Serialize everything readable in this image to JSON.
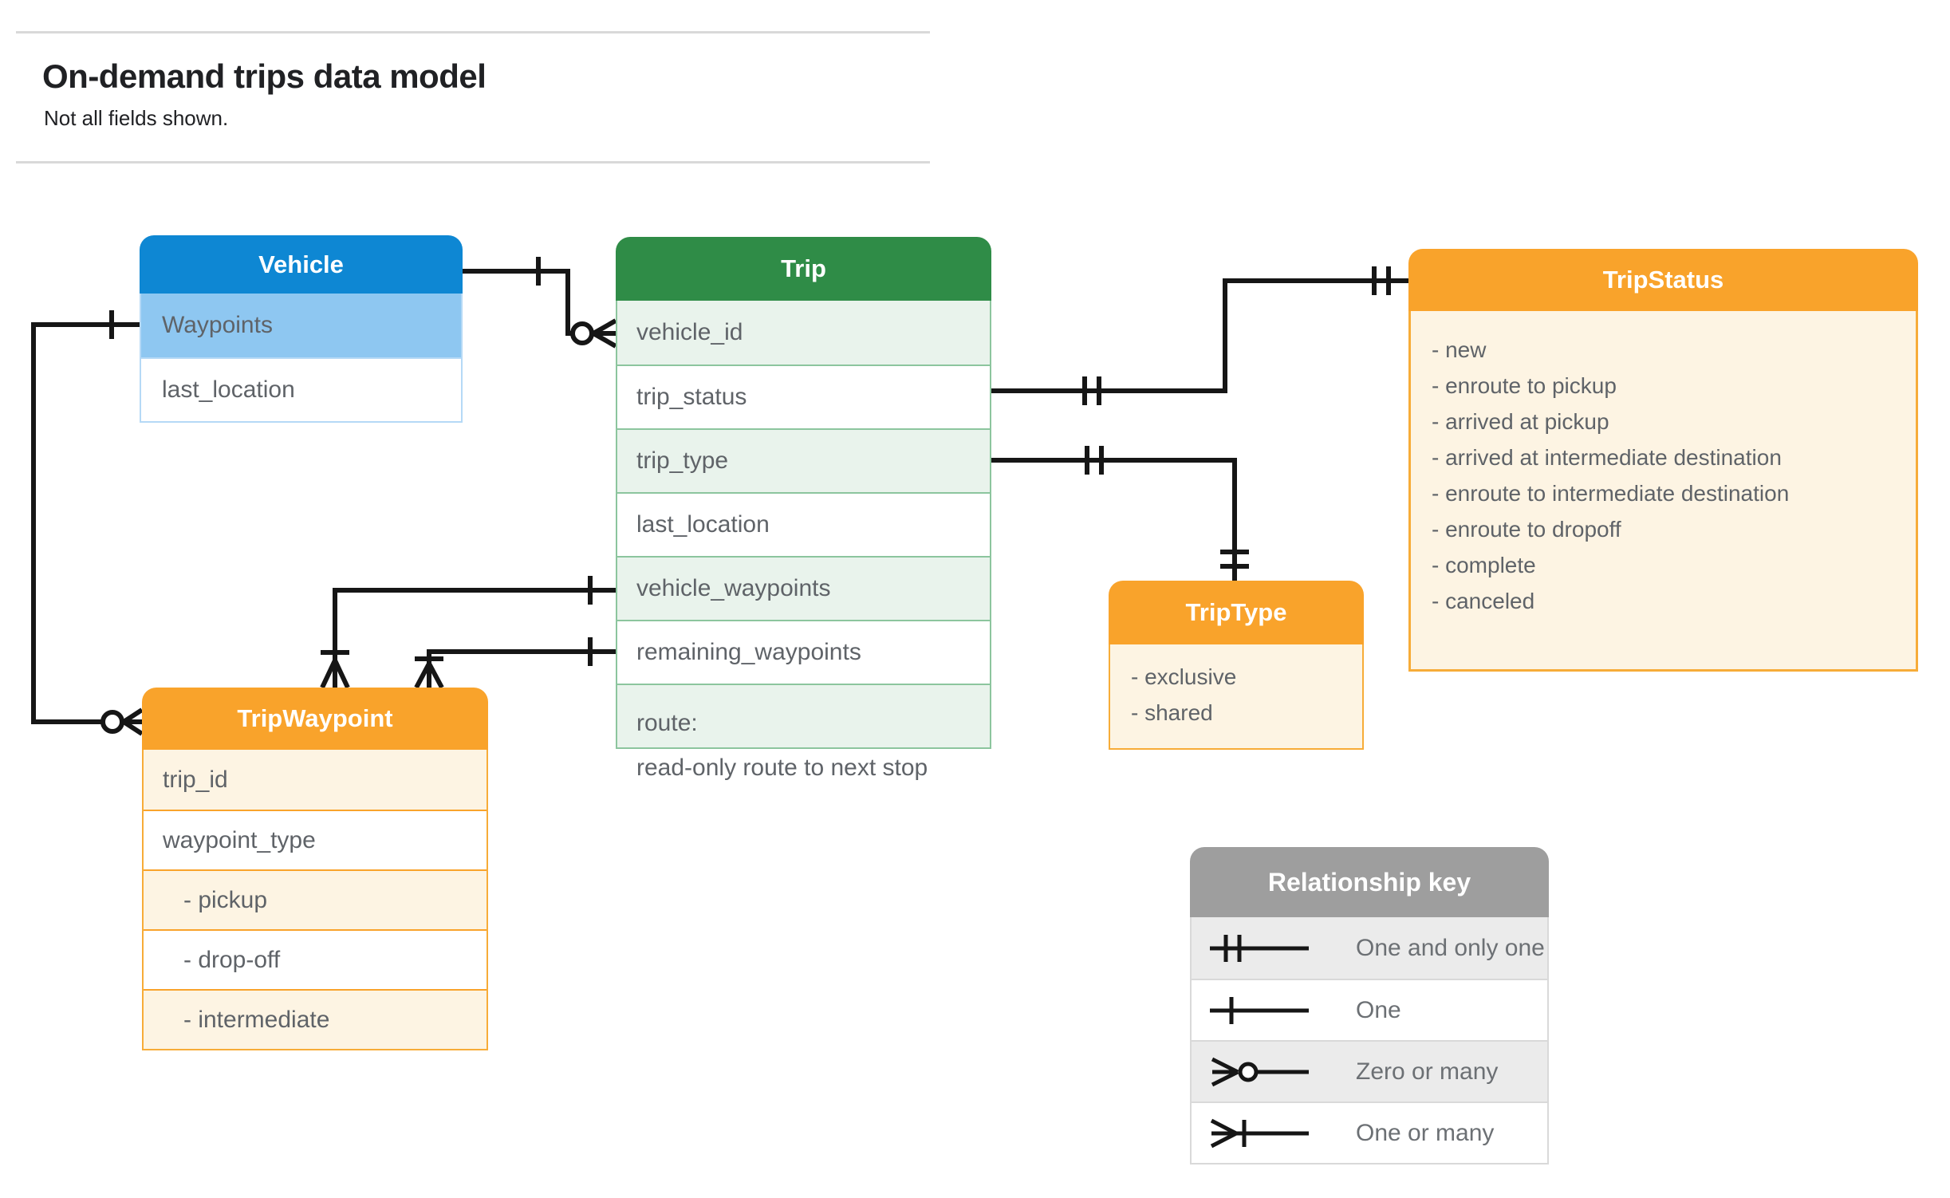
{
  "header": {
    "title": "On-demand trips data model",
    "subtitle": "Not all fields shown."
  },
  "entities": {
    "vehicle": {
      "name": "Vehicle",
      "fields": [
        "Waypoints",
        "last_location"
      ]
    },
    "trip": {
      "name": "Trip",
      "fields": [
        "vehicle_id",
        "trip_status",
        "trip_type",
        "last_location",
        "vehicle_waypoints",
        "remaining_waypoints"
      ],
      "route": {
        "line1": "route:",
        "line2": "read-only route to next stop"
      }
    },
    "tripStatus": {
      "name": "TripStatus",
      "values": [
        "- new",
        "- enroute to pickup",
        "- arrived at pickup",
        "- arrived at intermediate destination",
        "- enroute to intermediate destination",
        "- enroute to dropoff",
        "- complete",
        "- canceled"
      ]
    },
    "tripType": {
      "name": "TripType",
      "values": [
        "- exclusive",
        "- shared"
      ]
    },
    "tripWaypoint": {
      "name": "TripWaypoint",
      "fields": [
        "trip_id",
        "waypoint_type",
        "- pickup",
        "- drop-off",
        "- intermediate"
      ]
    }
  },
  "legend": {
    "title": "Relationship key",
    "entries": [
      {
        "icon": "one-and-only-one-icon",
        "label": "One and only one"
      },
      {
        "icon": "one-icon",
        "label": "One"
      },
      {
        "icon": "zero-or-many-icon",
        "label": "Zero or many"
      },
      {
        "icon": "one-or-many-icon",
        "label": "One or many"
      }
    ]
  },
  "colors": {
    "blue": "#0E87D3",
    "blueLight": "#8EC7F1",
    "blueBorder": "#B5D9F6",
    "green": "#2F8C47",
    "greenLight": "#E9F3EC",
    "greenBorder": "#8CC59E",
    "orange": "#F9A32B",
    "cream": "#FDF4E3",
    "orangeBorder": "#F7AC38",
    "grayHeader": "#9E9E9E",
    "grayLight": "#EBEBEB",
    "grayBorder": "#D9D9D9",
    "line": "#161616",
    "fieldText": "#5F6368",
    "titleText": "#202124",
    "legendText": "#6C7074"
  }
}
